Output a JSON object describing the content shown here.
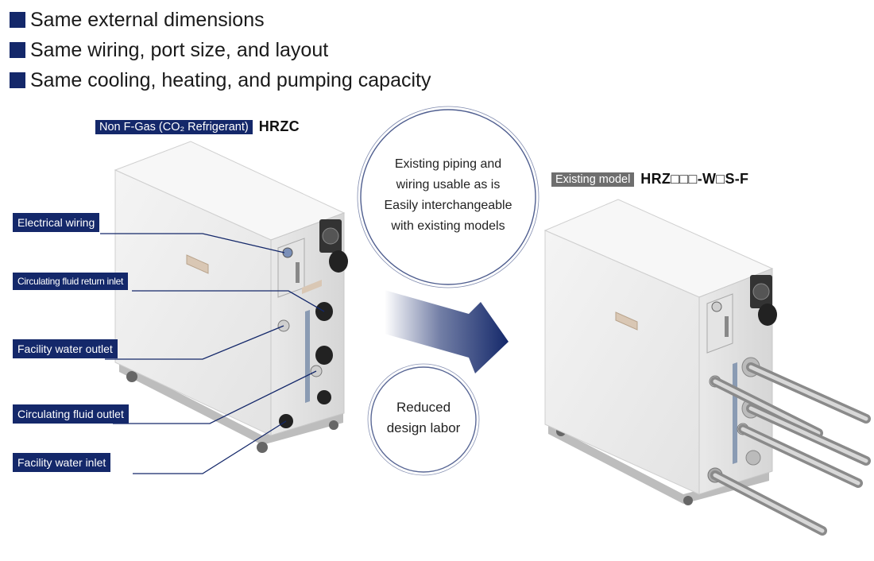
{
  "bullets": [
    "Same external dimensions",
    "Same wiring, port size, and layout",
    "Same cooling, heating, and pumping capacity"
  ],
  "new_model": {
    "label": "Non F-Gas (CO₂ Refrigerant)",
    "name": "HRZC",
    "label_color": "#14286a"
  },
  "existing_model": {
    "label": "Existing model",
    "name": "HRZ□□□-W□S-F",
    "label_color": "#6e6e6e"
  },
  "callouts": [
    "Electrical wiring",
    "Circulating fluid return inlet",
    "Facility water outlet",
    "Circulating fluid outlet",
    "Facility water inlet"
  ],
  "bubble_top": {
    "lines": [
      "Existing piping and",
      "wiring usable as is",
      "Easily interchangeable",
      "with existing models"
    ]
  },
  "bubble_bottom": {
    "lines": [
      "Reduced",
      "design labor"
    ]
  },
  "colors": {
    "accent": "#14286a",
    "gray_label": "#6e6e6e"
  }
}
